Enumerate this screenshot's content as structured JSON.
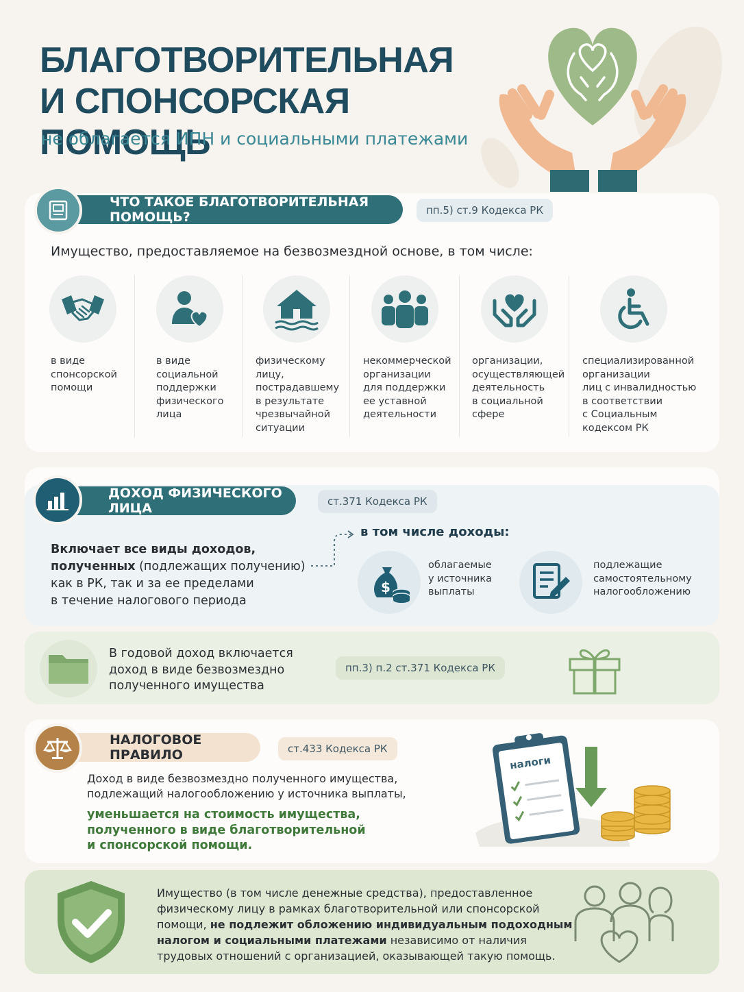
{
  "header": {
    "title_line1": "БЛАГОТВОРИТЕЛЬНАЯ",
    "title_line2": "И СПОНСОРСКАЯ ПОМОЩЬ",
    "subtitle": "не облагается ИПН и социальными платежами"
  },
  "section1": {
    "pill": "ЧТО ТАКОЕ БЛАГОТВОРИТЕЛЬНАЯ ПОМОЩЬ?",
    "ref": "пп.5) ст.9 Кодекса РК",
    "intro": "Имущество, предоставляемое на безвозмездной основе, в том числе:",
    "items": [
      {
        "icon": "handshake-icon",
        "lines": [
          "в виде",
          "спонсорской",
          "помощи"
        ]
      },
      {
        "icon": "person-heart-icon",
        "lines": [
          "в виде",
          "социальной",
          "поддержки",
          "физического",
          "лица"
        ]
      },
      {
        "icon": "flooded-house-icon",
        "lines": [
          "физическому",
          "лицу,",
          "пострадавшему",
          "в результате",
          "чрезвычайной",
          "ситуации"
        ]
      },
      {
        "icon": "group-people-icon",
        "lines": [
          "некоммерческой",
          "организации",
          "для поддержки",
          "ее уставной",
          "деятельности"
        ]
      },
      {
        "icon": "hands-heart-icon",
        "lines": [
          "организации,",
          "осуществляющей",
          "деятельность",
          "в социальной",
          "сфере"
        ]
      },
      {
        "icon": "wheelchair-icon",
        "lines": [
          "специализированной",
          "организации",
          "лиц с инвалидностью",
          "в соответствии",
          "с Социальным",
          "кодексом РК"
        ]
      }
    ]
  },
  "section2": {
    "pill": "ДОХОД ФИЗИЧЕСКОГО ЛИЦА",
    "ref": "ст.371 Кодекса РК",
    "desc_bold": "Включает все виды доходов,",
    "desc_bold2": "полученных",
    "desc_rest2": " (подлежащих получению)",
    "desc_line3": "как в РК, так и за ее пределами",
    "desc_line4": "в течение налогового периода",
    "incl_title": "в том числе доходы:",
    "incl1": [
      "облагаемые",
      "у источника",
      "выплаты"
    ],
    "incl2": [
      "подлежащие",
      "самостоятельному",
      "налогообложению"
    ]
  },
  "section3": {
    "lines": [
      "В годовой доход включается",
      "доход в виде безвозмездно",
      "полученного имущества"
    ],
    "ref": "пп.3) п.2 ст.371 Кодекса РК"
  },
  "section4": {
    "pill": "НАЛОГОВОЕ ПРАВИЛО",
    "ref": "ст.433 Кодекса РК",
    "line1": "Доход в виде безвозмездно полученного имущества,",
    "line2": "подлежащий налогообложению у источника выплаты,",
    "green1": "уменьшается на стоимость имущества,",
    "green2": "полученного в виде благотворительной",
    "green3": "и спонсорской помощи.",
    "clipboard_label": "налоги"
  },
  "section5": {
    "l1": "Имущество (в том числе денежные средства), предоставленное",
    "l2": "физическому лицу в рамках благотворительной или спонсорской",
    "l3a": "помощи, ",
    "l3b": "не подлежит обложению индивидуальным подоходным",
    "l4a": "налогом и социальными платежами",
    "l4b": " независимо от наличия",
    "l5": "трудовых отношений с организацией, оказывающей такую помощь."
  },
  "colors": {
    "navy": "#1f4b5e",
    "teal": "#3a8895",
    "green": "#3f7a3b",
    "amber": "#b5834a"
  }
}
